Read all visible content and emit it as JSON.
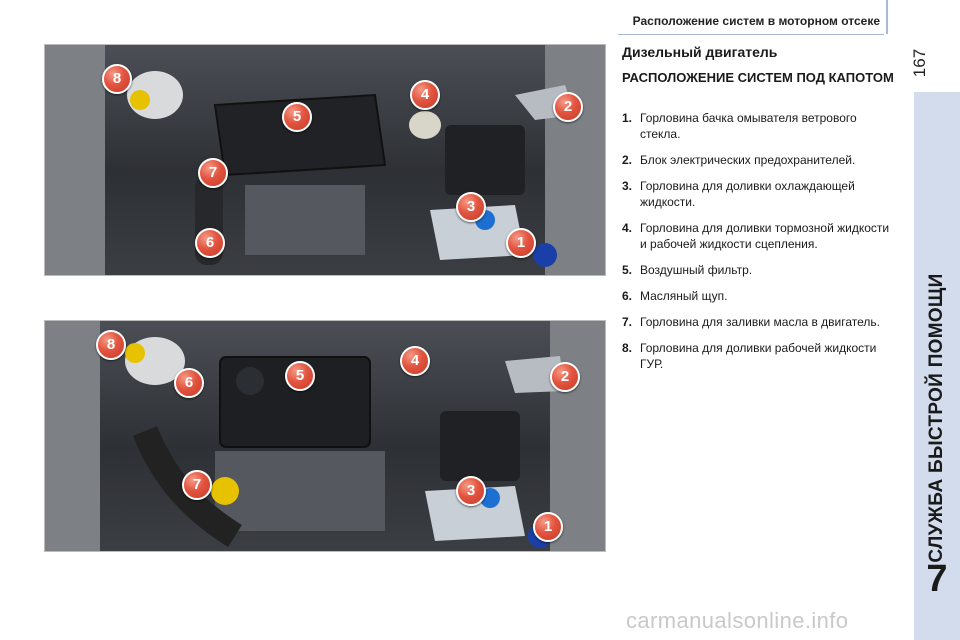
{
  "header": {
    "title": "Расположение систем в моторном отсеке",
    "page_number": "167"
  },
  "sidebar": {
    "chapter_title": "СЛУЖБА БЫСТРОЙ ПОМОЩИ",
    "chapter_number": "7"
  },
  "content": {
    "title": "Дизельный двигатель",
    "subtitle": "РАСПОЛОЖЕНИЕ СИСТЕМ ПОД КАПОТОМ",
    "items": [
      {
        "num": "1.",
        "text": "Горловина бачка омывателя ветрового стекла."
      },
      {
        "num": "2.",
        "text": "Блок электрических предохранителей."
      },
      {
        "num": "3.",
        "text": "Горловина для доливки охлаждающей жидкости."
      },
      {
        "num": "4.",
        "text": "Горловина для доливки тормозной жидкости и рабочей жидкости сцепления."
      },
      {
        "num": "5.",
        "text": "Воздушный фильтр."
      },
      {
        "num": "6.",
        "text": "Масляный щуп."
      },
      {
        "num": "7.",
        "text": "Горловина для заливки масла в двигатель."
      },
      {
        "num": "8.",
        "text": "Горловина для доливки рабочей жидкости ГУР."
      }
    ]
  },
  "figures": {
    "top_markers": [
      "8",
      "5",
      "4",
      "2",
      "7",
      "3",
      "6",
      "1"
    ],
    "bottom_markers": [
      "8",
      "6",
      "5",
      "4",
      "2",
      "7",
      "3",
      "1"
    ]
  },
  "watermark": "carmanualsonline.info",
  "colors": {
    "marker": "#e2543f",
    "sidebar": "#d3dcec",
    "rule": "#a9b9d2"
  }
}
